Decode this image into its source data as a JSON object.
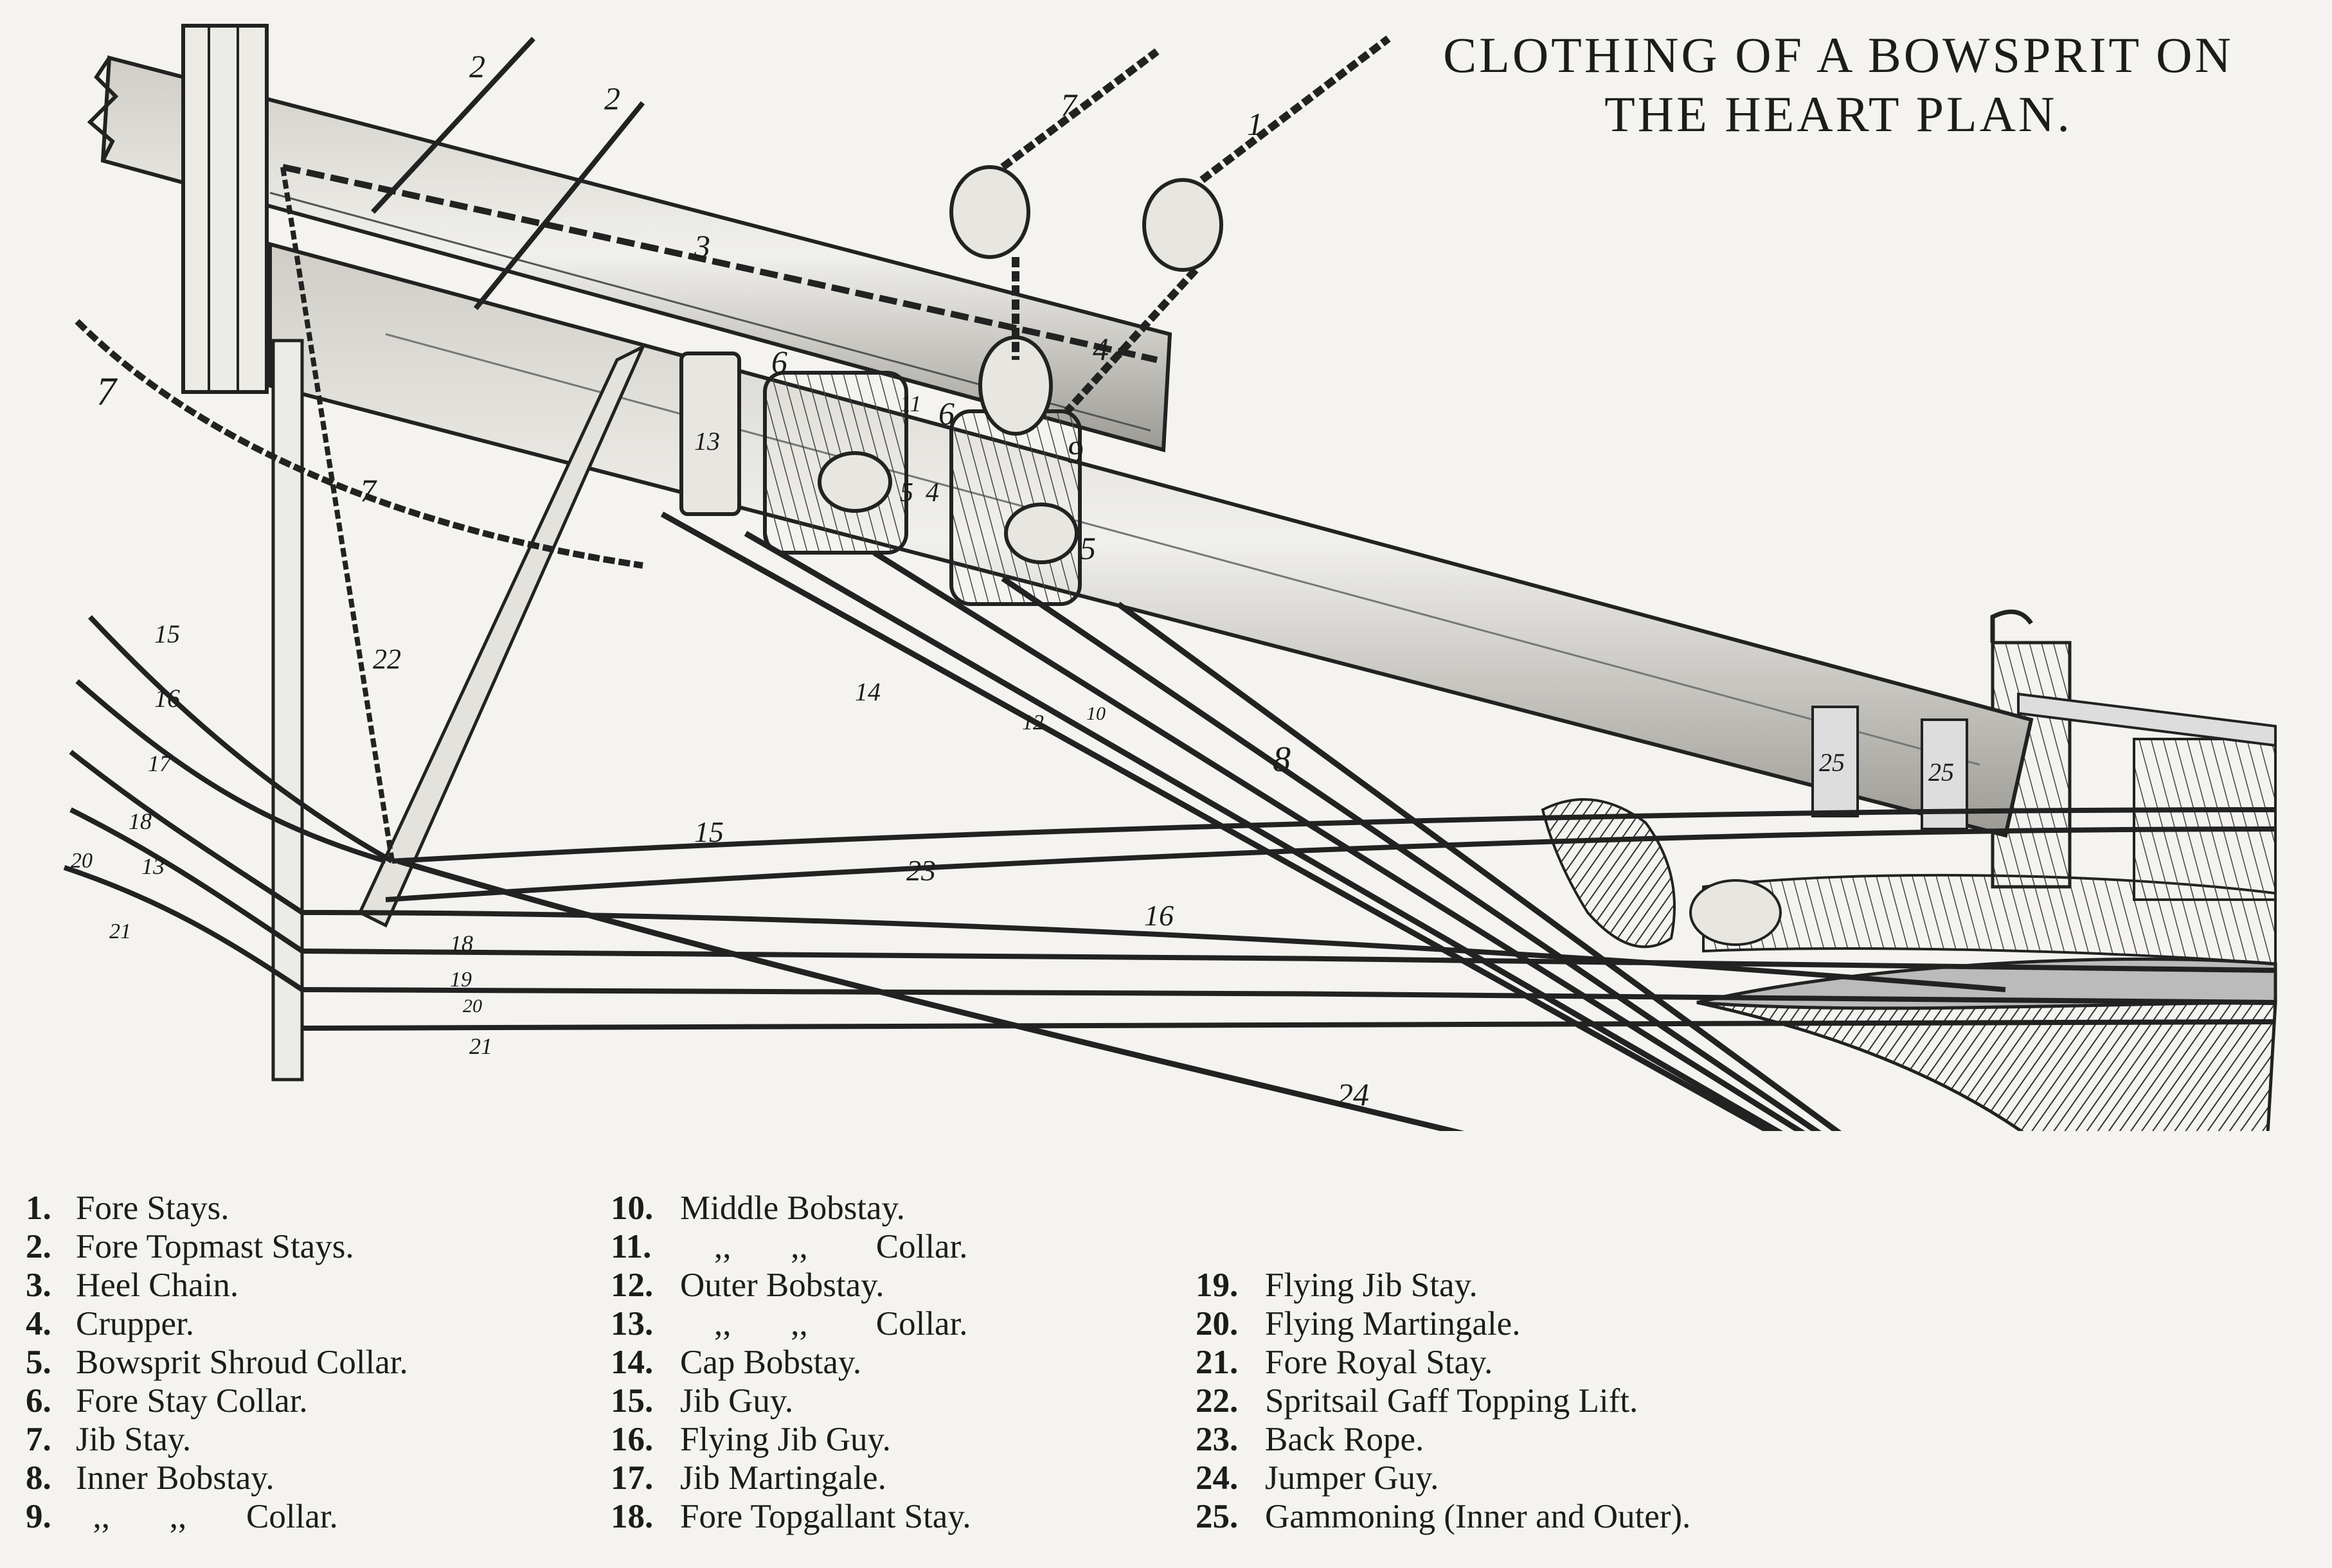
{
  "title": {
    "line1": "CLOTHING OF A BOWSPRIT ON",
    "line2": "THE HEART PLAN."
  },
  "labels": [
    "2",
    "2",
    "7",
    "1",
    "3",
    "7",
    "6",
    "11",
    "6",
    "4",
    "9",
    "13",
    "5",
    "4",
    "5",
    "7",
    "15",
    "22",
    "14",
    "12",
    "10",
    "16",
    "8",
    "17",
    "18",
    "13",
    "20",
    "21",
    "15",
    "23",
    "16",
    "18",
    "19",
    "20",
    "21",
    "24",
    "25",
    "25"
  ],
  "legend": {
    "col1": [
      {
        "num": "1.",
        "text": "Fore Stays."
      },
      {
        "num": "2.",
        "text": "Fore Topmast Stays."
      },
      {
        "num": "3.",
        "text": "Heel Chain."
      },
      {
        "num": "4.",
        "text": "Crupper."
      },
      {
        "num": "5.",
        "text": "Bowsprit Shroud Collar."
      },
      {
        "num": "6.",
        "text": "Fore Stay Collar."
      },
      {
        "num": "7.",
        "text": "Jib Stay."
      },
      {
        "num": "8.",
        "text": "Inner Bobstay."
      },
      {
        "num": "9.",
        "text": "  ,,       ,,       Collar."
      }
    ],
    "col2": [
      {
        "num": "10.",
        "text": "Middle Bobstay."
      },
      {
        "num": "11.",
        "text": "    ,,       ,,        Collar."
      },
      {
        "num": "12.",
        "text": "Outer Bobstay."
      },
      {
        "num": "13.",
        "text": "    ,,       ,,        Collar."
      },
      {
        "num": "14.",
        "text": "Cap Bobstay."
      },
      {
        "num": "15.",
        "text": "Jib Guy."
      },
      {
        "num": "16.",
        "text": "Flying Jib Guy."
      },
      {
        "num": "17.",
        "text": "Jib Martingale."
      },
      {
        "num": "18.",
        "text": "Fore Topgallant Stay."
      }
    ],
    "col3": [
      {
        "num": "19.",
        "text": "Flying Jib Stay."
      },
      {
        "num": "20.",
        "text": "Flying Martingale."
      },
      {
        "num": "21.",
        "text": "Fore Royal Stay."
      },
      {
        "num": "22.",
        "text": "Spritsail Gaff Topping Lift."
      },
      {
        "num": "23.",
        "text": "Back Rope."
      },
      {
        "num": "24.",
        "text": "Jumper Guy."
      },
      {
        "num": "25.",
        "text": "Gammoning (Inner and Outer)."
      }
    ]
  }
}
